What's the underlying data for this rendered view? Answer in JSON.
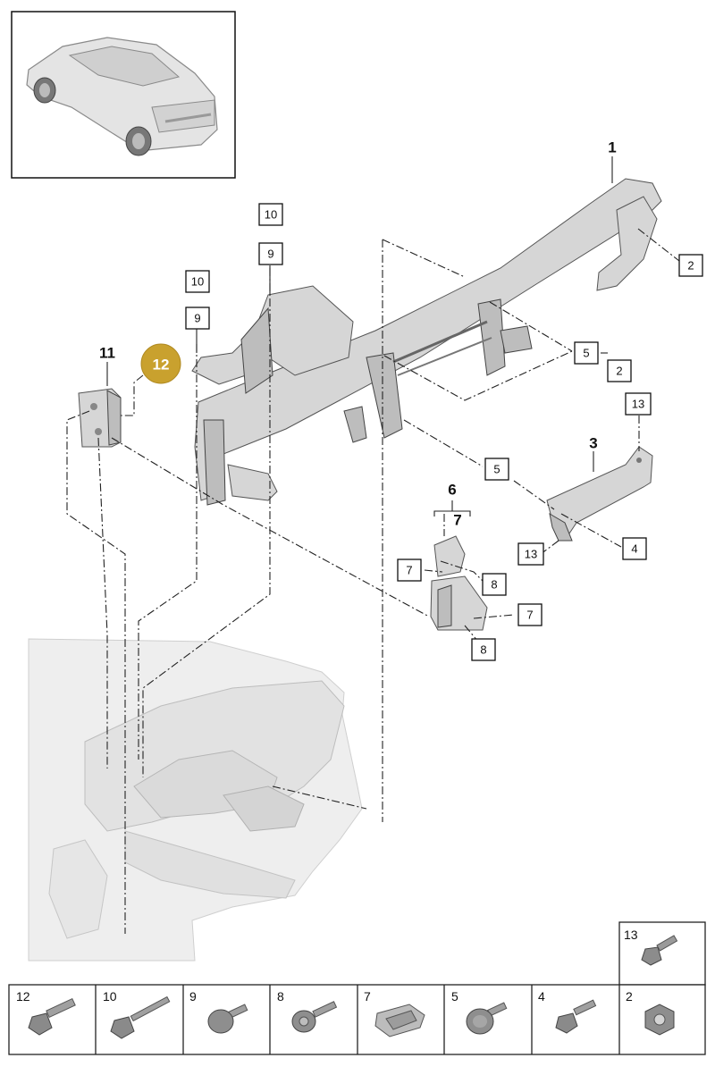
{
  "thumbnail": {
    "icon": "car-overview-icon"
  },
  "assembly_labels": [
    {
      "id": "1",
      "text": "1"
    },
    {
      "id": "3",
      "text": "3"
    },
    {
      "id": "6",
      "text": "6"
    },
    {
      "id": "7b",
      "text": "7"
    },
    {
      "id": "11",
      "text": "11"
    }
  ],
  "highlight": {
    "text": "12",
    "color": "#c9a12e"
  },
  "callouts": [
    {
      "id": "c10a",
      "text": "10"
    },
    {
      "id": "c9a",
      "text": "9"
    },
    {
      "id": "c10b",
      "text": "10"
    },
    {
      "id": "c9b",
      "text": "9"
    },
    {
      "id": "c2a",
      "text": "2"
    },
    {
      "id": "c5a",
      "text": "5"
    },
    {
      "id": "c2b",
      "text": "2"
    },
    {
      "id": "c13a",
      "text": "13"
    },
    {
      "id": "c5b",
      "text": "5"
    },
    {
      "id": "c13b",
      "text": "13"
    },
    {
      "id": "c4",
      "text": "4"
    },
    {
      "id": "c7a",
      "text": "7"
    },
    {
      "id": "c8a",
      "text": "8"
    },
    {
      "id": "c7b",
      "text": "7"
    },
    {
      "id": "c8b",
      "text": "8"
    }
  ],
  "fastener_tiles": [
    {
      "id": "12",
      "label": "12",
      "icon": "long-bolt-icon"
    },
    {
      "id": "10",
      "label": "10",
      "icon": "stud-bolt-icon"
    },
    {
      "id": "9",
      "label": "9",
      "icon": "flange-screw-icon"
    },
    {
      "id": "8",
      "label": "8",
      "icon": "washer-screw-icon"
    },
    {
      "id": "7",
      "label": "7",
      "icon": "spring-clip-nut-icon"
    },
    {
      "id": "5",
      "label": "5",
      "icon": "flange-bolt-icon"
    },
    {
      "id": "4",
      "label": "4",
      "icon": "hex-bolt-icon"
    },
    {
      "id": "2",
      "label": "2",
      "icon": "hex-nut-icon"
    },
    {
      "id": "13",
      "label": "13",
      "icon": "shoulder-bolt-icon"
    }
  ]
}
